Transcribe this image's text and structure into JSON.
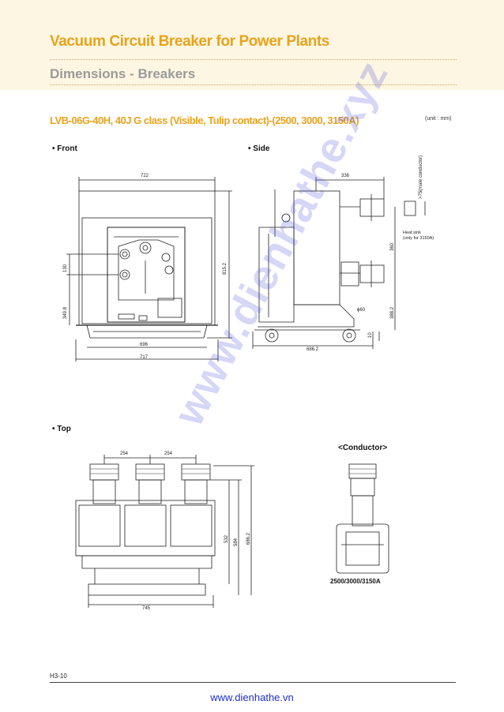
{
  "header": {
    "title": "Vacuum Circuit Breaker for Power Plants",
    "subtitle": "Dimensions - Breakers"
  },
  "model": {
    "label": "LVB-06G-40H, 40J G class (Visible, Tulip contact)-(2500, 3000, 3150A)",
    "unit": "(unit : mm)"
  },
  "front": {
    "label": "• Front",
    "dims": {
      "width_top": "722",
      "width_inner": "696",
      "width_outer": "717",
      "height": "815.2",
      "h_130": "130",
      "h_349": "349.8"
    }
  },
  "side": {
    "label": "• Side",
    "dims": {
      "top": "336",
      "bottom": "686.2",
      "vertical_360": "360",
      "vertical_388": "388.2",
      "small_10": "10",
      "phi": "ϕ60",
      "tulip": ">75(male conductor)"
    },
    "heatsink_note": "Heat sink",
    "heatsink_note2": "(only for 3150A)"
  },
  "top": {
    "label": "• Top",
    "dims": {
      "pitch_1": "254",
      "pitch_2": "254",
      "width": "745",
      "d_532": "532",
      "d_584": "584",
      "d_686": "686.2"
    }
  },
  "conductor": {
    "label": "<Conductor>",
    "caption": "2500/3000/3150A"
  },
  "footer": {
    "page": "H3-10",
    "site": "www.dienhathe.vn"
  },
  "watermark": "www.dienhathe.xyz"
}
